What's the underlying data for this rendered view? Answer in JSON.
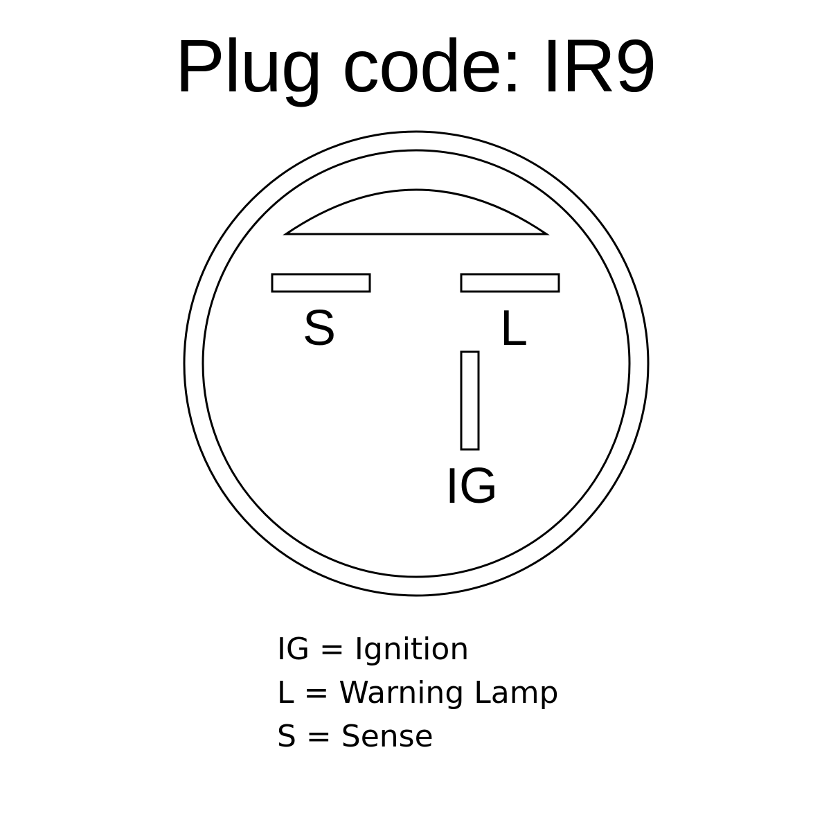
{
  "title": "Plug code: IR9",
  "pins": {
    "s": "S",
    "l": "L",
    "ig": "IG"
  },
  "legend": [
    "IG = Ignition",
    "L = Warning Lamp",
    "S = Sense"
  ]
}
